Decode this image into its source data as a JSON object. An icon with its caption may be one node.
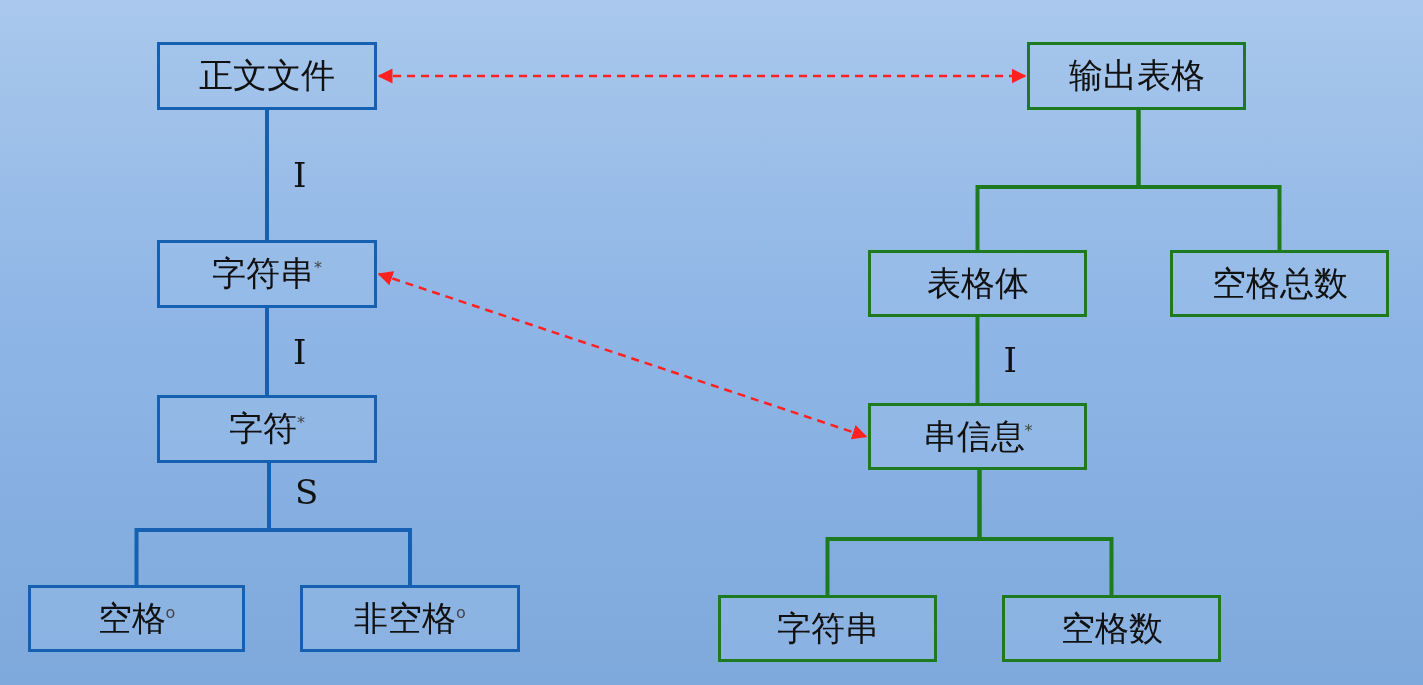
{
  "diagram": {
    "nodes": [
      {
        "text": [
          "正文文件"
        ]
      },
      {
        "text": [
          "字符串$^{*}$"
        ]
      },
      {
        "text": [
          "字符$^{*}$"
        ]
      },
      {
        "text": [
          "空格$^{o}$"
        ]
      },
      {
        "text": [
          "非空格$^{o}$"
        ]
      },
      {
        "text": [
          "输出表格"
        ]
      },
      {
        "text": [
          "表格体"
        ]
      },
      {
        "text": [
          "空格总数"
        ]
      },
      {
        "text": [
          "串信息$^{*}$"
        ]
      },
      {
        "text": [
          "字符串"
        ]
      },
      {
        "text": [
          "空格数"
        ]
      }
    ],
    "edges": [
      {
        "from": 0,
        "to": 1,
        "arrow": "none",
        "label": "I",
        "color": "#1560b0"
      },
      {
        "from": 1,
        "to": 2,
        "arrow": "none",
        "label": "I",
        "color": "#1560b0"
      },
      {
        "from": 2,
        "to": 3,
        "arrow": "none",
        "label": "S",
        "color": "#1560b0"
      },
      {
        "from": 2,
        "to": 4,
        "arrow": "none",
        "color": "#1560b0"
      },
      {
        "from": 5,
        "to": 6,
        "arrow": "none"
      },
      {
        "from": 5,
        "to": 7,
        "arrow": "none"
      },
      {
        "from": 6,
        "to": 8,
        "arrow": "none",
        "label": "I"
      },
      {
        "from": 8,
        "to": 9,
        "arrow": "none"
      },
      {
        "from": 8,
        "to": 10,
        "arrow": "none"
      },
      {
        "from": 0,
        "to": 5,
        "arrow": "both",
        "style": "dashed",
        "color": "#ff2020"
      },
      {
        "from": 1,
        "to": 8,
        "arrow": "both",
        "style": "dashed",
        "color": "#ff2020"
      }
    ]
  }
}
